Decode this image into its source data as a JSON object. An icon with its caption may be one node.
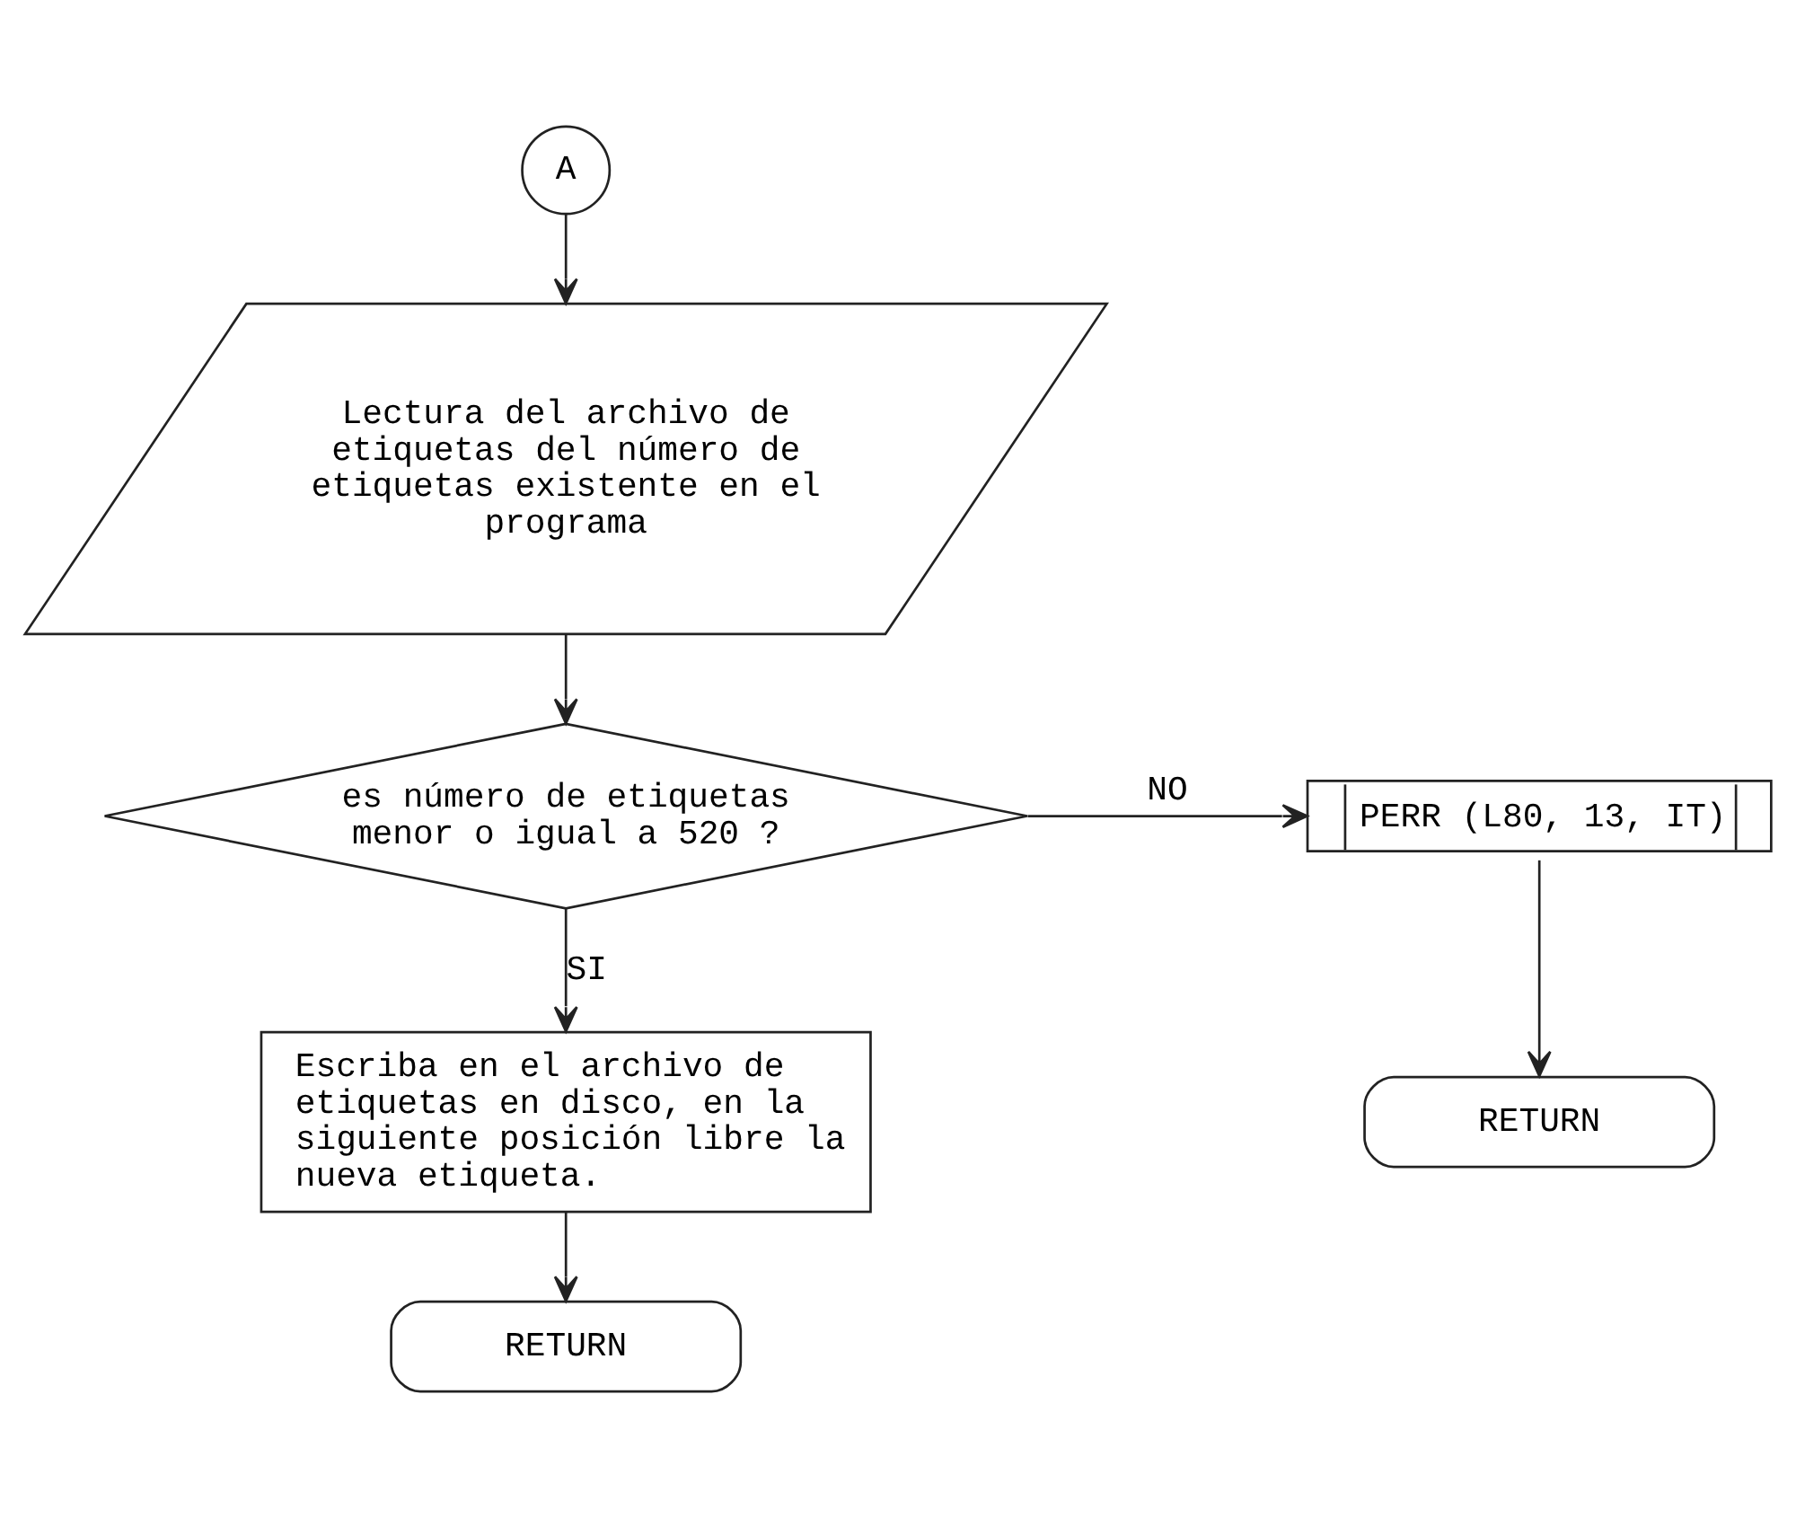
{
  "diagram": {
    "nodes": [
      {
        "text": [
          "A"
        ]
      },
      {
        "text": [
          "Lectura del archivo de etiquetas del número de etiquetas existente en el programa"
        ]
      },
      {
        "text": [
          "es número de etiquetas menor o igual a 520 ?"
        ]
      },
      {
        "text": [
          "PERR (L80, 13, IT)"
        ]
      },
      {
        "text": [
          "RETURN"
        ]
      },
      {
        "text": [
          "Escriba en el archivo de etiquetas en disco, en la siguiente posición libre la nueva etiqueta."
        ]
      },
      {
        "text": [
          "RETURN"
        ]
      }
    ],
    "edges": [
      {
        "from": 0,
        "to": 1,
        "arrow": "to"
      },
      {
        "from": 1,
        "to": 2,
        "arrow": "to"
      },
      {
        "from": 2,
        "to": 3,
        "arrow": "to",
        "label": "NO"
      },
      {
        "from": 3,
        "to": 4,
        "arrow": "to"
      },
      {
        "from": 2,
        "to": 5,
        "arrow": "to",
        "label": "SI"
      },
      {
        "from": 5,
        "to": 6,
        "arrow": "to"
      }
    ]
  }
}
